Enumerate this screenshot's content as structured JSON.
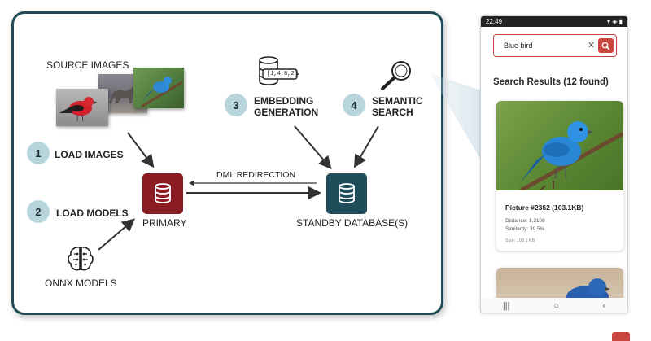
{
  "diagram": {
    "source_images_label": "SOURCE IMAGES",
    "steps": [
      {
        "number": "1",
        "label": "LOAD IMAGES"
      },
      {
        "number": "2",
        "label": "LOAD MODELS"
      },
      {
        "number": "3",
        "label": "EMBEDDING GENERATION",
        "line1": "EMBEDDING",
        "line2": "GENERATION"
      },
      {
        "number": "4",
        "label": "SEMANTIC SEARCH",
        "line1": "SEMANTIC",
        "line2": "SEARCH"
      }
    ],
    "vector_tag": "[1,4,8,2]",
    "dml_label": "DML REDIRECTION",
    "primary_label": "PRIMARY",
    "standby_label": "STANDBY DATABASE(S)",
    "onnx_label": "ONNX MODELS",
    "colors": {
      "primary_db": "#8b1b22",
      "standby_db": "#1f4e5a",
      "step_circle": "#b8d4dd",
      "panel_border": "#1f4a57"
    }
  },
  "phone": {
    "status_time": "22:49",
    "search_value": "Blue bird",
    "results_title": "Search Results (12 found)",
    "card": {
      "title": "Picture #2362 (103.1KB)",
      "distance": "Distance: 1.2108",
      "similarity": "Similarity: 39.5%",
      "size": "Size: 103.1 KB"
    },
    "accent": "#c8463f"
  }
}
